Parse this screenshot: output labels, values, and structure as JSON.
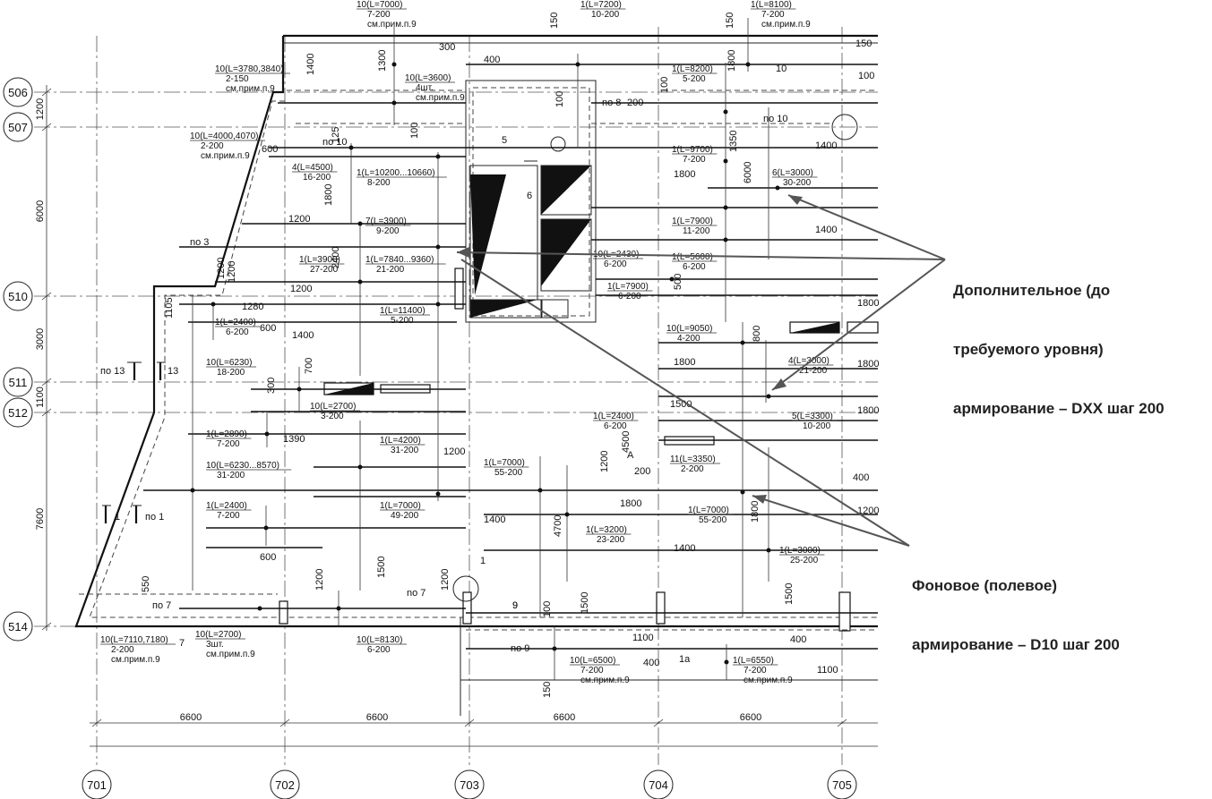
{
  "annotations": {
    "additional": {
      "line1": "Дополнительное (до",
      "line2": "требуемого уровня)",
      "line3": "армирование – DXX шаг 200"
    },
    "background": {
      "line1": "Фоновое (полевое)",
      "line2": "армирование – D10 шаг 200"
    }
  },
  "axes_x": [
    "701",
    "702",
    "703",
    "704",
    "705"
  ],
  "axes_y": [
    "506",
    "507",
    "510",
    "511",
    "512",
    "514"
  ],
  "span_dims": [
    "6600",
    "6600",
    "6600",
    "6600"
  ],
  "left_dims": [
    "1200",
    "6000",
    "3000",
    "1100",
    "7600"
  ],
  "rebar_labels": [
    {
      "a": "10(L=7000)",
      "b": "7-200",
      "c": "см.прим.п.9"
    },
    {
      "a": "1(L=7200)",
      "b": "10-200"
    },
    {
      "a": "1(L=8100)",
      "b": "7-200",
      "c": "см.прим.п.9"
    },
    {
      "a": "10(L=3780,3840)",
      "b": "2-150",
      "c": "см.прим.п.9"
    },
    {
      "a": "10(L=3600)",
      "b": "4шт.",
      "c": "см.прим.п.9"
    },
    {
      "a": "1(L=8200)",
      "b": "5-200"
    },
    {
      "a": "10(L=4000,4070)",
      "b": "2-200",
      "c": "см.прим.п.9"
    },
    {
      "a": "4(L=4500)",
      "b": "16-200"
    },
    {
      "a": "1(L=10200...10660)",
      "b": "8-200"
    },
    {
      "a": "1(L=9700)",
      "b": "7-200"
    },
    {
      "a": "6(L=3000)",
      "b": "30-200"
    },
    {
      "a": "7(L=3900)",
      "b": "9-200"
    },
    {
      "a": "1(L=7900)",
      "b": "11-200"
    },
    {
      "a": "1(L=3900)",
      "b": "27-200"
    },
    {
      "a": "1(L=7840...9360)",
      "b": "21-200"
    },
    {
      "a": "10(L=2430)",
      "b": "6-200"
    },
    {
      "a": "1(L=5600)",
      "b": "6-200"
    },
    {
      "a": "1(L=7900)",
      "b": "6-200"
    },
    {
      "a": "1(L=11400)",
      "b": "5-200"
    },
    {
      "a": "1(L=2400)",
      "b": "6-200"
    },
    {
      "a": "10(L=9050)",
      "b": "4-200"
    },
    {
      "a": "10(L=6230)",
      "b": "18-200"
    },
    {
      "a": "4(L=3000)",
      "b": "21-200"
    },
    {
      "a": "10(L=2700)",
      "b": "3-200"
    },
    {
      "a": "5(L=3300)",
      "b": "10-200"
    },
    {
      "a": "1(L=2890)",
      "b": "7-200"
    },
    {
      "a": "1(L=2400)",
      "b": "6-200"
    },
    {
      "a": "1(L=4200)",
      "b": "31-200"
    },
    {
      "a": "11(L=3350)",
      "b": "2-200"
    },
    {
      "a": "10(L=6230...8570)",
      "b": "31-200"
    },
    {
      "a": "1(L=7000)",
      "b": "55-200"
    },
    {
      "a": "1(L=2400)",
      "b": "7-200"
    },
    {
      "a": "1(L=7000)",
      "b": "49-200"
    },
    {
      "a": "1(L=3200)",
      "b": "23-200"
    },
    {
      "a": "1(L=7000)",
      "b": "55-200"
    },
    {
      "a": "1(L=3000)",
      "b": "25-200"
    },
    {
      "a": "10(L=7110,7180)",
      "b": "2-200",
      "c": "см.прим.п.9"
    },
    {
      "a": "10(L=2700)",
      "b": "3шт.",
      "c": "см.прим.п.9"
    },
    {
      "a": "10(L=8130)",
      "b": "6-200"
    },
    {
      "a": "10(L=6500)",
      "b": "7-200",
      "c": "см.прим.п.9"
    },
    {
      "a": "1(L=6550)",
      "b": "7-200",
      "c": "см.прим.п.9"
    }
  ],
  "dims": [
    "150",
    "300",
    "400",
    "150",
    "150",
    "1400",
    "1300",
    "100",
    "1800",
    "100",
    "200",
    "100",
    "no 8",
    "10",
    "no 10",
    "1400",
    "600",
    "no 10",
    "125",
    "100",
    "1350",
    "6000",
    "1800",
    "1800",
    "1200",
    "2400",
    "1400",
    "no 3",
    "1200",
    "1200",
    "1800",
    "1105",
    "1280",
    "1200",
    "600",
    "1400",
    "500",
    "1800",
    "800",
    "1800",
    "700",
    "300",
    "1500",
    "1800",
    "1390",
    "1200",
    "1200",
    "200",
    "400",
    "1800",
    "1400",
    "1200",
    "4500",
    "4700",
    "1800",
    "1400",
    "550",
    "1200",
    "1500",
    "1500",
    "1500",
    "600",
    "no 7",
    "9",
    "100",
    "1100",
    "400",
    "1100",
    "150",
    "no 9",
    "400",
    "1200"
  ],
  "section_marks": {
    "no13": "по 13",
    "m13": "13",
    "no1": "по 1",
    "m1": "1",
    "m7": "7",
    "no7b": "по 7",
    "m5": "5",
    "m6": "6",
    "mA": "A",
    "m1a": "1а",
    "m9": "9",
    "m1c": "1"
  }
}
